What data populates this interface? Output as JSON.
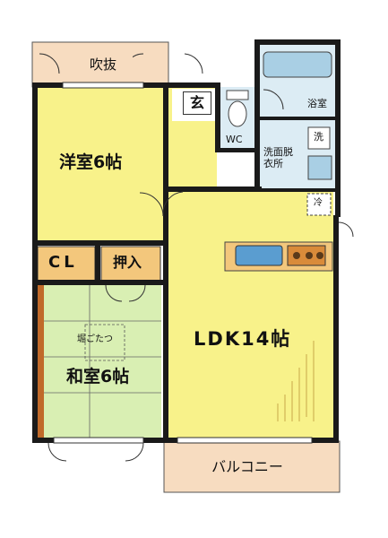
{
  "rooms": {
    "fukinuke": "吹抜",
    "western_room": "洋室6帖",
    "entrance": "玄",
    "wc": "WC",
    "bathroom": "浴室",
    "washroom": "洗面脱衣所",
    "washer": "洗",
    "fridge": "冷",
    "closet": "CL",
    "oshiire": "押入",
    "ldk": "LDK14帖",
    "kotatsu": "堀ごたつ",
    "japanese_room": "和室6帖",
    "balcony": "バルコニー"
  },
  "colors": {
    "wall": "#1a1a1a",
    "yellow_floor": "#f8f28a",
    "tatami": "#d9efb3",
    "wet_area": "#dcecf4",
    "fixture_blue": "#a9cfe4",
    "label_box": "#f3c77c",
    "balcony": "#f7dcc0",
    "sink": "#5a9dd0",
    "stove": "#d98b3a"
  }
}
